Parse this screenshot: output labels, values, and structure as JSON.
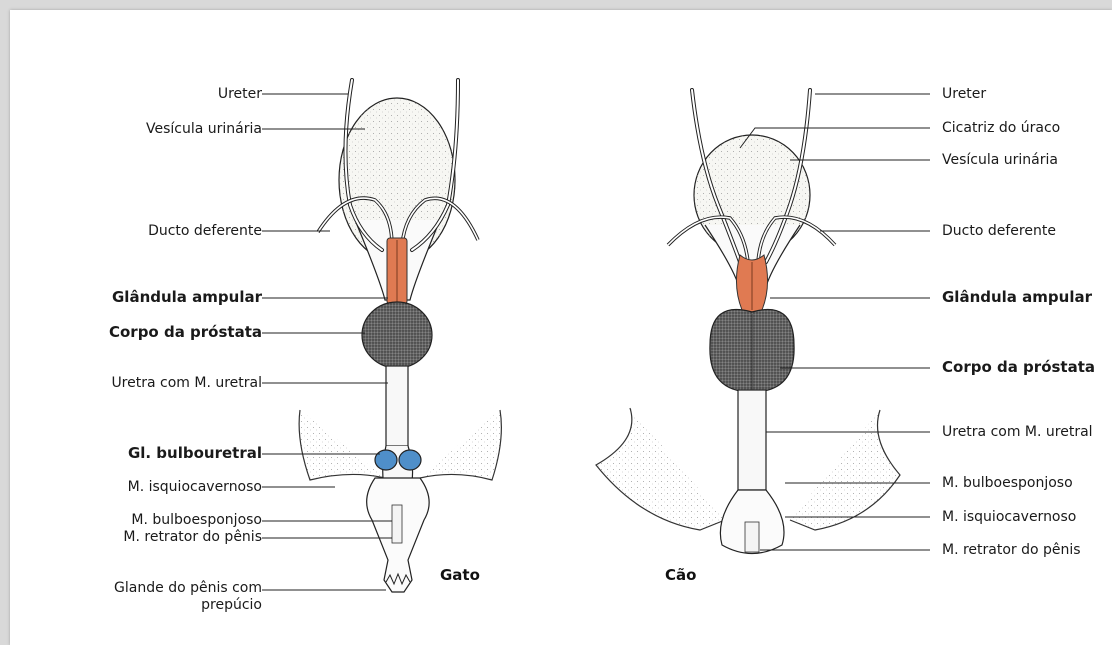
{
  "cat": {
    "species": "Gato",
    "labels": {
      "ureter": "Ureter",
      "bladder": "Vesícula urinária",
      "ductus": "Ducto deferente",
      "ampullary": "Glândula ampular",
      "prostate": "Corpo da próstata",
      "urethra": "Uretra com M. uretral",
      "bulbourethral": "Gl. bulbouretral",
      "ischio": "M. isquiocavernoso",
      "bulbospong": "M. bulboesponjoso",
      "retractor": "M. retrator do pênis",
      "glans1": "Glande do pênis com",
      "glans2": "prepúcio"
    }
  },
  "dog": {
    "species": "Cão",
    "labels": {
      "ureter": "Ureter",
      "urachus": "Cicatriz do úraco",
      "bladder": "Vesícula urinária",
      "ductus": "Ducto deferente",
      "ampullary": "Glândula ampular",
      "prostate": "Corpo da próstata",
      "urethra": "Uretra com M. uretral",
      "bulbospong": "M. bulboesponjoso",
      "ischio": "M. isquiocavernoso",
      "retractor": "M. retrator do pênis"
    }
  },
  "colors": {
    "ampullary": "#e07a52",
    "prostate": "#555555",
    "bulbourethral": "#4f8fc9",
    "line": "#222222"
  }
}
